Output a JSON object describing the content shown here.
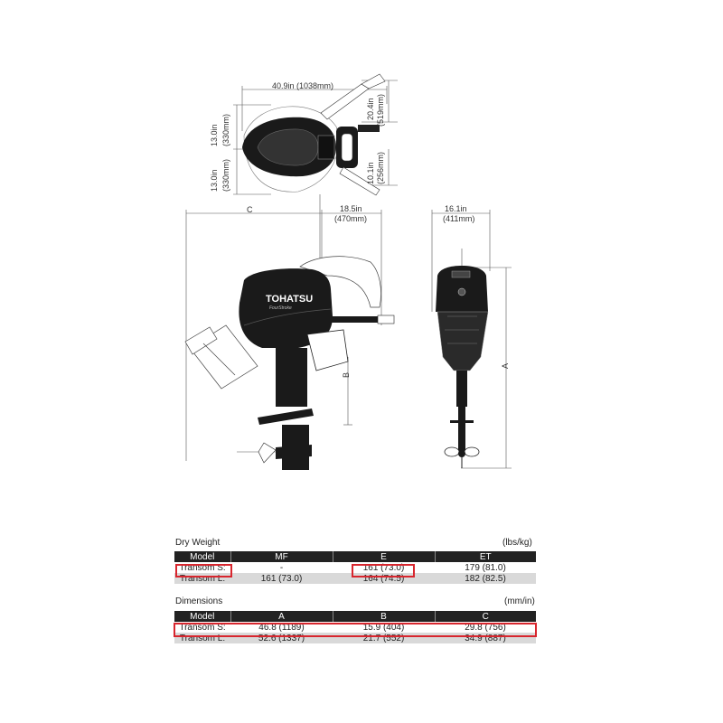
{
  "diagram": {
    "top_view": {
      "overall_length": "40.9in (1038mm)",
      "half_width_upper": "13.0in",
      "half_width_upper_mm": "(330mm)",
      "half_width_lower": "13.0in",
      "half_width_lower_mm": "(330mm)",
      "tiller_up": "20.4in",
      "tiller_up_mm": "(519mm)",
      "tiller_down": "10.1in",
      "tiller_down_mm": "(256mm)"
    },
    "side_view": {
      "dim_c_label": "C",
      "tiller_reach": "18.5in",
      "tiller_reach_mm": "(470mm)",
      "dim_b_label": "B",
      "brand_text": "TOHATSU",
      "brand_sub": "FourStroke"
    },
    "rear_view": {
      "width": "16.1in",
      "width_mm": "(411mm)",
      "dim_a_label": "A"
    }
  },
  "dry_weight": {
    "title": "Dry Weight",
    "unit": "(lbs/kg)",
    "headers": [
      "Model",
      "MF",
      "E",
      "ET"
    ],
    "rows": [
      {
        "model": "Transom S:",
        "values": [
          "-",
          "161 (73.0)",
          "179 (81.0)"
        ]
      },
      {
        "model": "Transom L:",
        "values": [
          "161 (73.0)",
          "164 (74.5)",
          "182 (82.5)"
        ]
      }
    ]
  },
  "dimensions": {
    "title": "Dimensions",
    "unit": "(mm/in)",
    "headers": [
      "Model",
      "A",
      "B",
      "C"
    ],
    "rows": [
      {
        "model": "Transom S:",
        "values": [
          "46.8 (1189)",
          "15.9 (404)",
          "29.8 (756)"
        ]
      },
      {
        "model": "Transom L:",
        "values": [
          "52.6 (1337)",
          "21.7 (552)",
          "34.9 (887)"
        ]
      }
    ]
  },
  "colors": {
    "highlight": "#d8262e",
    "header_bg": "#222222",
    "alt_row_bg": "#d9d9d9"
  }
}
